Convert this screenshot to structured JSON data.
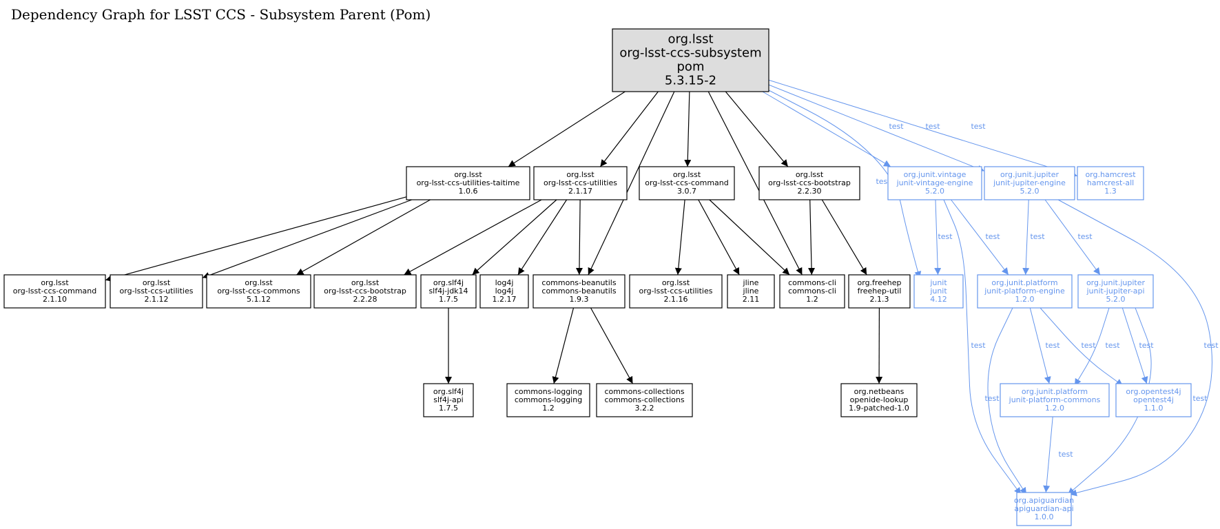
{
  "title": "Dependency Graph for LSST CCS - Subsystem Parent (Pom)",
  "colors": {
    "compile": "#000000",
    "test": "#6495ED",
    "root_fill": "#DDDDDD"
  },
  "nodes": {
    "root": {
      "lines": [
        "org.lsst",
        "org-lsst-ccs-subsystem",
        "pom",
        "5.3.15-2"
      ],
      "style": "root"
    },
    "taitime": {
      "lines": [
        "org.lsst",
        "org-lsst-ccs-utilities-taitime",
        "1.0.6"
      ],
      "style": "compile"
    },
    "util2117": {
      "lines": [
        "org.lsst",
        "org-lsst-ccs-utilities",
        "2.1.17"
      ],
      "style": "compile"
    },
    "cmd307": {
      "lines": [
        "org.lsst",
        "org-lsst-ccs-command",
        "3.0.7"
      ],
      "style": "compile"
    },
    "boot2230": {
      "lines": [
        "org.lsst",
        "org-lsst-ccs-bootstrap",
        "2.2.30"
      ],
      "style": "compile"
    },
    "vintage": {
      "lines": [
        "org.junit.vintage",
        "junit-vintage-engine",
        "5.2.0"
      ],
      "style": "test"
    },
    "jupeng": {
      "lines": [
        "org.junit.jupiter",
        "junit-jupiter-engine",
        "5.2.0"
      ],
      "style": "test"
    },
    "hamcrest": {
      "lines": [
        "org.hamcrest",
        "hamcrest-all",
        "1.3"
      ],
      "style": "test"
    },
    "cmd2110": {
      "lines": [
        "org.lsst",
        "org-lsst-ccs-command",
        "2.1.10"
      ],
      "style": "compile"
    },
    "util2112": {
      "lines": [
        "org.lsst",
        "org-lsst-ccs-utilities",
        "2.1.12"
      ],
      "style": "compile"
    },
    "commons5112": {
      "lines": [
        "org.lsst",
        "org-lsst-ccs-commons",
        "5.1.12"
      ],
      "style": "compile"
    },
    "boot2228": {
      "lines": [
        "org.lsst",
        "org-lsst-ccs-bootstrap",
        "2.2.28"
      ],
      "style": "compile"
    },
    "slf4jjdk": {
      "lines": [
        "org.slf4j",
        "slf4j-jdk14",
        "1.7.5"
      ],
      "style": "compile"
    },
    "log4j": {
      "lines": [
        "log4j",
        "log4j",
        "1.2.17"
      ],
      "style": "compile"
    },
    "beanutils": {
      "lines": [
        "commons-beanutils",
        "commons-beanutils",
        "1.9.3"
      ],
      "style": "compile"
    },
    "util2116": {
      "lines": [
        "org.lsst",
        "org-lsst-ccs-utilities",
        "2.1.16"
      ],
      "style": "compile"
    },
    "jline": {
      "lines": [
        "jline",
        "jline",
        "2.11"
      ],
      "style": "compile"
    },
    "cli": {
      "lines": [
        "commons-cli",
        "commons-cli",
        "1.2"
      ],
      "style": "compile"
    },
    "freehep": {
      "lines": [
        "org.freehep",
        "freehep-util",
        "2.1.3"
      ],
      "style": "compile"
    },
    "junit": {
      "lines": [
        "junit",
        "junit",
        "4.12"
      ],
      "style": "test"
    },
    "plateng": {
      "lines": [
        "org.junit.platform",
        "junit-platform-engine",
        "1.2.0"
      ],
      "style": "test"
    },
    "jupapi": {
      "lines": [
        "org.junit.jupiter",
        "junit-jupiter-api",
        "5.2.0"
      ],
      "style": "test"
    },
    "slf4japi": {
      "lines": [
        "org.slf4j",
        "slf4j-api",
        "1.7.5"
      ],
      "style": "compile"
    },
    "logging": {
      "lines": [
        "commons-logging",
        "commons-logging",
        "1.2"
      ],
      "style": "compile"
    },
    "collections": {
      "lines": [
        "commons-collections",
        "commons-collections",
        "3.2.2"
      ],
      "style": "compile"
    },
    "openide": {
      "lines": [
        "org.netbeans",
        "openide-lookup",
        "1.9-patched-1.0"
      ],
      "style": "compile"
    },
    "platcommons": {
      "lines": [
        "org.junit.platform",
        "junit-platform-commons",
        "1.2.0"
      ],
      "style": "test"
    },
    "opentest4j": {
      "lines": [
        "org.opentest4j",
        "opentest4j",
        "1.1.0"
      ],
      "style": "test"
    },
    "apiguardian": {
      "lines": [
        "org.apiguardian",
        "apiguardian-api",
        "1.0.0"
      ],
      "style": "test"
    }
  },
  "edges": [
    {
      "from": "root",
      "to": "taitime",
      "label": ""
    },
    {
      "from": "root",
      "to": "util2117",
      "label": ""
    },
    {
      "from": "root",
      "to": "beanutils",
      "label": ""
    },
    {
      "from": "root",
      "to": "cmd307",
      "label": ""
    },
    {
      "from": "root",
      "to": "cli",
      "label": ""
    },
    {
      "from": "root",
      "to": "boot2230",
      "label": ""
    },
    {
      "from": "root",
      "to": "junit",
      "label": "test"
    },
    {
      "from": "root",
      "to": "vintage",
      "label": "test"
    },
    {
      "from": "root",
      "to": "jupeng",
      "label": "test"
    },
    {
      "from": "root",
      "to": "hamcrest",
      "label": "test"
    },
    {
      "from": "taitime",
      "to": "cmd2110",
      "label": ""
    },
    {
      "from": "taitime",
      "to": "util2112",
      "label": ""
    },
    {
      "from": "taitime",
      "to": "commons5112",
      "label": ""
    },
    {
      "from": "util2117",
      "to": "boot2228",
      "label": ""
    },
    {
      "from": "util2117",
      "to": "slf4jjdk",
      "label": ""
    },
    {
      "from": "util2117",
      "to": "log4j",
      "label": ""
    },
    {
      "from": "util2117",
      "to": "beanutils",
      "label": ""
    },
    {
      "from": "cmd307",
      "to": "util2116",
      "label": ""
    },
    {
      "from": "cmd307",
      "to": "jline",
      "label": ""
    },
    {
      "from": "cmd307",
      "to": "cli",
      "label": ""
    },
    {
      "from": "boot2230",
      "to": "cli",
      "label": ""
    },
    {
      "from": "boot2230",
      "to": "freehep",
      "label": ""
    },
    {
      "from": "vintage",
      "to": "junit",
      "label": "test"
    },
    {
      "from": "vintage",
      "to": "plateng",
      "label": "test"
    },
    {
      "from": "vintage",
      "to": "apiguardian",
      "label": "test"
    },
    {
      "from": "jupeng",
      "to": "plateng",
      "label": "test"
    },
    {
      "from": "jupeng",
      "to": "jupapi",
      "label": "test"
    },
    {
      "from": "jupeng",
      "to": "apiguardian",
      "label": "test"
    },
    {
      "from": "slf4jjdk",
      "to": "slf4japi",
      "label": ""
    },
    {
      "from": "beanutils",
      "to": "logging",
      "label": ""
    },
    {
      "from": "beanutils",
      "to": "collections",
      "label": ""
    },
    {
      "from": "freehep",
      "to": "openide",
      "label": ""
    },
    {
      "from": "plateng",
      "to": "platcommons",
      "label": "test"
    },
    {
      "from": "plateng",
      "to": "opentest4j",
      "label": "test"
    },
    {
      "from": "plateng",
      "to": "apiguardian",
      "label": "test"
    },
    {
      "from": "jupapi",
      "to": "platcommons",
      "label": "test"
    },
    {
      "from": "jupapi",
      "to": "opentest4j",
      "label": "test"
    },
    {
      "from": "jupapi",
      "to": "apiguardian",
      "label": "test"
    },
    {
      "from": "platcommons",
      "to": "apiguardian",
      "label": "test"
    }
  ]
}
